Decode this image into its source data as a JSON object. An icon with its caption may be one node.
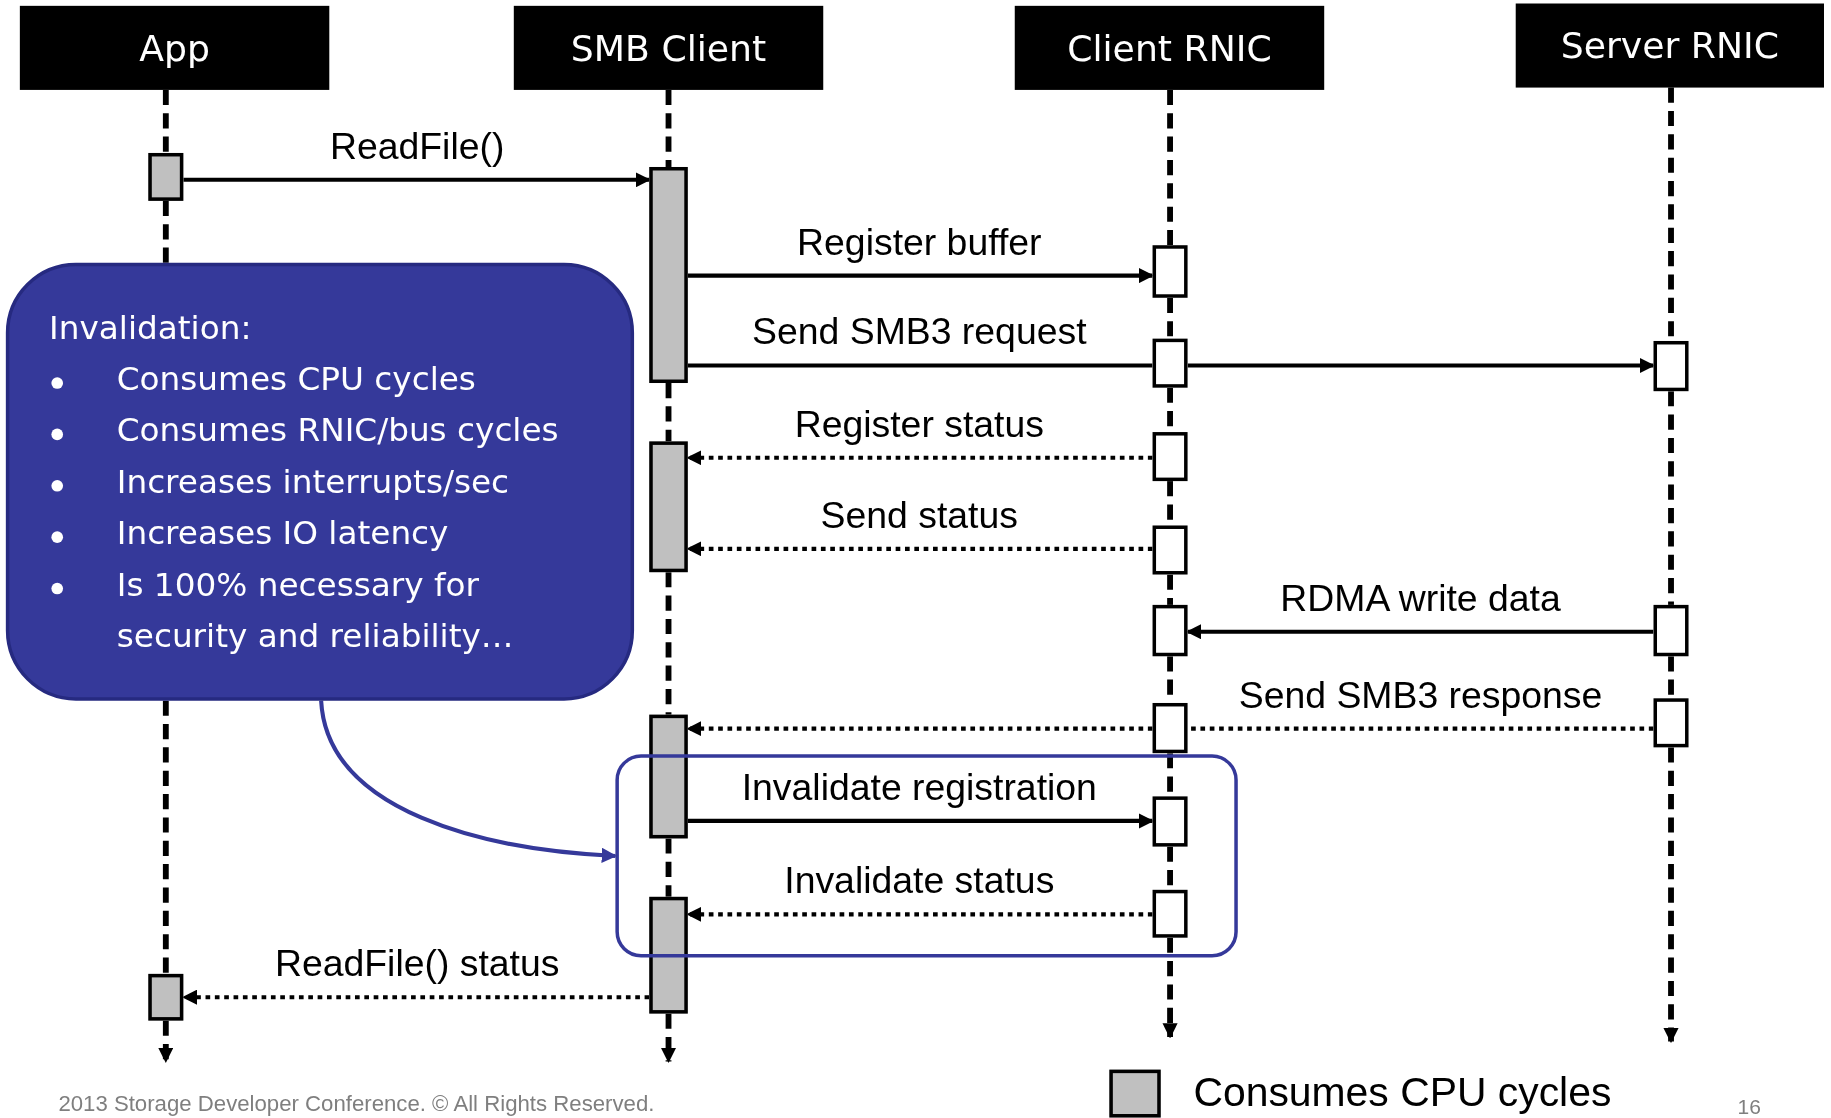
{
  "diagram": {
    "nodes": [
      {
        "text": [
          "App"
        ]
      },
      {
        "text": [
          "SMB Client"
        ]
      },
      {
        "text": [
          "Client RNIC"
        ]
      },
      {
        "text": [
          "Server RNIC"
        ]
      },
      {
        "text": [],
        "shape": "bar"
      },
      {
        "text": [],
        "shape": "bar"
      },
      {
        "text": [],
        "shape": "box"
      },
      {
        "text": [],
        "shape": "box"
      },
      {
        "text": [],
        "shape": "box"
      },
      {
        "text": [],
        "shape": "box"
      },
      {
        "text": [],
        "shape": "bar"
      },
      {
        "text": [],
        "shape": "box"
      },
      {
        "text": [],
        "shape": "box"
      },
      {
        "text": [],
        "shape": "box"
      },
      {
        "text": [],
        "shape": "box"
      },
      {
        "text": [],
        "shape": "box"
      },
      {
        "text": [],
        "shape": "bar"
      },
      {
        "text": [],
        "shape": "box",
        "in": 22
      },
      {
        "text": [],
        "shape": "bar"
      },
      {
        "text": [],
        "shape": "box",
        "in": 22
      },
      {
        "text": [],
        "shape": "bar"
      },
      {
        "text": [
          "Invalidation:",
          "Consumes CPU cycles",
          "Consumes RNIC/bus cycles",
          "Increases interrupts/sec",
          "Increases IO latency",
          "Is 100% necessary for security and reliability…"
        ]
      },
      {
        "text": [],
        "shape": "box"
      }
    ],
    "edges": [
      {
        "from": 0,
        "to": 4,
        "arrow": "none",
        "style": "dashed"
      },
      {
        "from": 1,
        "to": 5,
        "arrow": "none",
        "style": "dashed"
      },
      {
        "from": 2,
        "to": 6,
        "arrow": "none",
        "style": "dashed"
      },
      {
        "from": 3,
        "to": 8,
        "arrow": "none",
        "style": "dashed"
      },
      {
        "from": 4,
        "to": 5,
        "arrow": "to",
        "label": "ReadFile()"
      },
      {
        "from": 5,
        "to": 6,
        "arrow": "to",
        "label": "Register buffer"
      },
      {
        "from": 5,
        "to": 7,
        "arrow": "none",
        "label": "Send SMB3 request"
      },
      {
        "from": 7,
        "to": 8,
        "arrow": "to"
      },
      {
        "from": 9,
        "to": 10,
        "arrow": "to",
        "label": "Register status",
        "style": "dashed"
      },
      {
        "from": 11,
        "to": 10,
        "arrow": "to",
        "label": "Send status",
        "style": "dashed"
      },
      {
        "from": 13,
        "to": 12,
        "arrow": "to",
        "label": "RDMA write data"
      },
      {
        "from": 14,
        "to": 15,
        "arrow": "none",
        "label": "Send SMB3 response",
        "style": "dashed"
      },
      {
        "from": 15,
        "to": 16,
        "arrow": "to",
        "style": "dashed"
      },
      {
        "from": 16,
        "to": 17,
        "arrow": "to",
        "label": "Invalidate registration"
      },
      {
        "from": 19,
        "to": 18,
        "arrow": "to",
        "label": "Invalidate status",
        "style": "dashed"
      },
      {
        "from": 18,
        "to": 20,
        "arrow": "to",
        "label": "ReadFile() status",
        "style": "dashed"
      },
      {
        "from": 21,
        "to": 22,
        "arrow": "to",
        "color": "#35399a"
      },
      {
        "from": 4,
        "to": 21,
        "arrow": "none",
        "style": "dashed"
      },
      {
        "from": 20,
        "to": null,
        "arrow": "to",
        "style": "dashed"
      },
      {
        "from": 5,
        "to": 10,
        "arrow": "none",
        "style": "dashed"
      },
      {
        "from": 10,
        "to": 16,
        "arrow": "none",
        "style": "dashed"
      },
      {
        "from": 16,
        "to": 18,
        "arrow": "none",
        "style": "dashed"
      },
      {
        "from": 18,
        "to": null,
        "arrow": "to",
        "style": "dashed"
      },
      {
        "from": 6,
        "to": 7,
        "arrow": "none",
        "style": "dashed"
      },
      {
        "from": 7,
        "to": 9,
        "arrow": "none",
        "style": "dashed"
      },
      {
        "from": 9,
        "to": 11,
        "arrow": "none",
        "style": "dashed"
      },
      {
        "from": 11,
        "to": 12,
        "arrow": "none",
        "style": "dashed"
      },
      {
        "from": 12,
        "to": 15,
        "arrow": "none",
        "style": "dashed"
      },
      {
        "from": 15,
        "to": 17,
        "arrow": "none",
        "style": "dashed"
      },
      {
        "from": 17,
        "to": 19,
        "arrow": "none",
        "style": "dashed"
      },
      {
        "from": 19,
        "to": null,
        "arrow": "to",
        "style": "dashed"
      },
      {
        "from": 8,
        "to": 13,
        "arrow": "none",
        "style": "dashed"
      },
      {
        "from": 13,
        "to": 14,
        "arrow": "none",
        "style": "dashed"
      },
      {
        "from": 14,
        "to": null,
        "arrow": "to",
        "style": "dashed"
      },
      {
        "from": 21,
        "to": 20,
        "arrow": "none",
        "style": "dashed"
      }
    ],
    "labels": [
      "2013 Storage Developer Conference. © All Rights Reserved.",
      "16"
    ],
    "legend": [
      {
        "text": "Consumes CPU cycles",
        "color": "#c0c0c0"
      }
    ]
  }
}
